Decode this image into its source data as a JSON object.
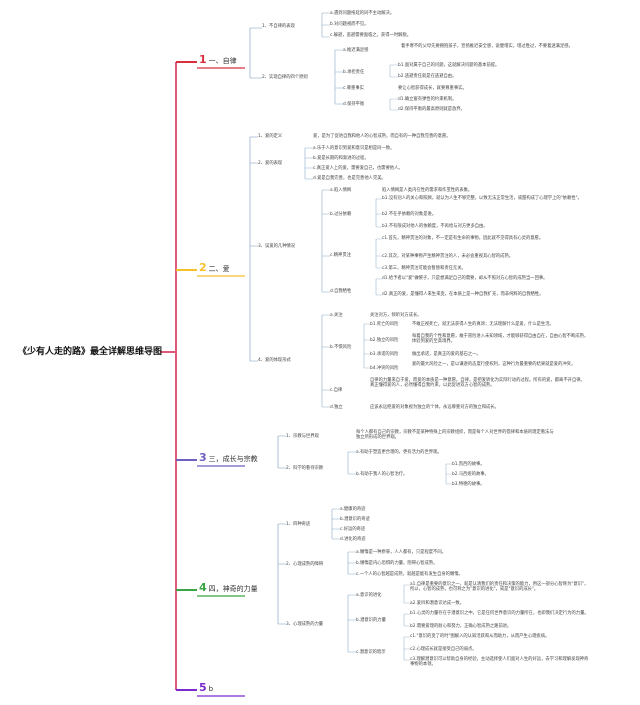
{
  "root": "《少有人走的路》最全详解思维导图",
  "colors": {
    "root_line": "#e0597a",
    "b1": "#d9303f",
    "b2": "#f4c12a",
    "b3": "#6f5fbf",
    "b4": "#3aa545",
    "b5": "#7a2bd0",
    "leaf_line": "#8aa9c8"
  },
  "b1": {
    "num": "1",
    "label": "一、自律",
    "s1": {
      "label": "1、不自律的表现",
      "items": [
        "a.遇到问题拖延的同不主动解决。",
        "b.对问题视而不见。",
        "c.躲避，逃避需要面临之，获得一时解脱。"
      ]
    },
    "s2": {
      "label": "2、实现自律的四个原则",
      "a": {
        "label": "a.推迟满足感",
        "text": "着手寒不的父母先要拥抱孩子，宣扬推迟安全感，说健增实，增过胜过，不要着迷满足感。"
      },
      "b": {
        "label": "b.承担责任",
        "items": [
          "b1.面对属于自己的问题，这就解决问题的基本前提。",
          "b2.逃避责任就是在逃避自由。"
        ]
      },
      "c": {
        "label": "c.尊重事实",
        "text": "要让心智获得成长，就要尊重事实。"
      },
      "d": {
        "label": "d.保持平衡",
        "items": [
          "d1.确立富有弹性的约束机制。",
          "d2.保持平衡的最高原则就是放弃。"
        ]
      }
    }
  },
  "b2": {
    "num": "2",
    "label": "二、爱",
    "s1": {
      "label": "1、爱的定义",
      "text": "爱，是为了促进自我和他人的心智成熟，而自有的一种自我完善的意愿。"
    },
    "s2": {
      "label": "2、爱的表现",
      "items": [
        "a.乐于人的意识到爱和意识是相是同一致。",
        "b.爱是长期的和渐进的过程。",
        "c.真正爱人上的爱，需要爱自己，也需要他人。",
        "d.爱是自我完善，也是完善他人完美。"
      ]
    },
    "s3": {
      "label": "3、误爱的几种情况",
      "a": {
        "label": "a.陷入情网",
        "text": "陷入情网是人类内在性的需求和作茧性的表象。"
      },
      "b": {
        "label": "b.过分依赖",
        "items": [
          "b1.沒有别人的关心和照顾，就认为人生不够完整，以致无法正常生活，或甜构成了心理学上的\"依赖性\"。",
          "b2.不在乎依赖的对象是谁。",
          "b3.不有限成对他人的依赖度，不再给与对方更多自由。"
        ]
      },
      "c": {
        "label": "c.精神贯注",
        "items": [
          "c1.首先，精神贯注的对象，不一定是有生命的事物，因此就不见得具有心灵的意愿。",
          "c2.其次，对某种事物产生精神贯注的人，未必会重视其心智的成熟。",
          "c3.第三，精神贯注可能会暂替和责任无关。"
        ]
      },
      "d": {
        "label": "d.自我牺牲",
        "items": [
          "d1.给予者以\"爱\"做幌子，只是想满足自己的需要，却从不照对方心智的成熟当一回事。",
          "d2.真正的爱，是懂得人来生来变，在本质上是一种自我扩充，而非纯粹的自我牺牲。"
        ]
      }
    },
    "s4": {
      "label": "4、爱的体现形式",
      "a": {
        "label": "a.关注",
        "text": "关注对方，倾听对方成长。"
      },
      "b": {
        "label": "b.不惧风险",
        "items": [
          {
            "k": "b1.死亡的风险",
            "v": "不敢正视死亡，就无法获得人生的真谛；无法理解什么是爱，什么是生活。"
          },
          {
            "k": "b2.独立的风险",
            "v": "每着自我的个性和意愿，敢于冒险进入未知领域，才能够获得自由自在，自由心智不断成熟，体验到爱的至高境界。"
          },
          {
            "k": "b3.承诺的风险",
            "v": "做出承诺，是真正的爱的基石之一。"
          },
          {
            "k": "b4.冲突的风险",
            "v": "爱的最大风险之一，是以谦逊的态度行使权利，这种行为最重要的结果就是爱的冲突。"
          }
        ]
      },
      "c": {
        "label": "c.自律",
        "text": "自律的力量来自于爱，而爱的本质是一种意愿。自律，是把爱转化为实际行动的过程。所有的爱，都离不开自律。真正懂得爱的人，必然懂得自我约束，以此促进双方心智的成熟。"
      },
      "d": {
        "label": "d.独立",
        "text": "应该永远把爱的对象视为独立的个体，永远尊重对方的独立和成长。"
      }
    }
  },
  "b3": {
    "num": "3",
    "label": "三，成长与宗教",
    "s1": {
      "label": "1、宗教与世界观",
      "text": "每个人都有自己的宗教，宗教不是某种特殊上的宗教组织，而是每个人对世界的错律和本质的理定看法与独立所形成的世界观。"
    },
    "s2": {
      "label": "2、科学的看待宗教",
      "items": [
        "a.有助于塑造更合理的，更有活力的世界观。"
      ],
      "b": {
        "label": "b.有助于我人的心智治疗。",
        "items": [
          "b1.凯西的故事。",
          "b2.马西娅的故事。",
          "b3.特德的故事。"
        ]
      }
    }
  },
  "b4": {
    "num": "4",
    "label": "四，神奇的力量",
    "s1": {
      "label": "1、四种奇迹",
      "items": [
        "a.健康的奇迹",
        "b.潜意识的奇迹",
        "c.好运的奇迹",
        "d.进化的奇迹"
      ]
    },
    "s2": {
      "label": "2、心理成熟的障碍",
      "items": [
        "a.懒惰是一种原罪，人人都有，只是程度不同。",
        "b.懒惰是内心恐惧的力量，阻碍心智成熟。",
        "c.一个人的心智越是成熟，就越是能有发生自身的懒惰。"
      ]
    },
    "s3": {
      "label": "3、心理成熟的力量",
      "a": {
        "label": "a.意识的进化",
        "items": [
          "a1.自律是重要的意识之一，就是认清我们的责任和决策的能力，用这一部分心智称为\"意识\"，所以，心智的成熟，也可称之为\"意识的进化\"，或是\"意识的成长\"。",
          "a2.爱目和潜意识达成一致。"
        ]
      },
      "b": {
        "label": "b.潜意识的力量",
        "items": [
          "b1.心灵的力量存在于潜意识之中，它是任何世界意识的力量所在，也即我们决定行为的力量。",
          "b2.需要爱理的耐心和努力，正确心智成熟之路前进。"
        ]
      },
      "c": {
        "label": "c.潜意识的暗示",
        "items": [
          "c1.\"意识的变了的时\"图解入的认知活跃和从而助力，从而产生心理疾病。",
          "c2.心理成长就是接受自己的弱点。",
          "c3.理解潜意识可以帮助自身的经验，主动选择使人们面对人生的好运，去学习和理解发现神奇事物的本领。"
        ]
      }
    }
  },
  "b5": {
    "num": "5",
    "label": "b"
  }
}
